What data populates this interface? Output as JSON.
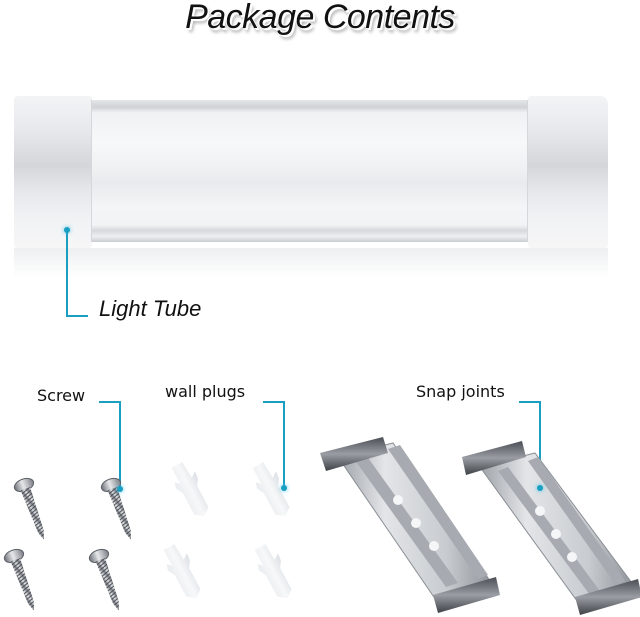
{
  "title": "Package Contents",
  "items": [
    {
      "label": "Light Tube",
      "icon": "light-tube-icon"
    },
    {
      "label": "Screw",
      "icon": "screw-icon",
      "count": 4
    },
    {
      "label": "wall plugs",
      "icon": "wall-plug-icon",
      "count": 4
    },
    {
      "label": "Snap joints",
      "icon": "snap-joint-icon",
      "count": 2
    }
  ],
  "colors": {
    "callout": "#1a9fc2",
    "title_text": "#111111",
    "background": "#ffffff"
  }
}
